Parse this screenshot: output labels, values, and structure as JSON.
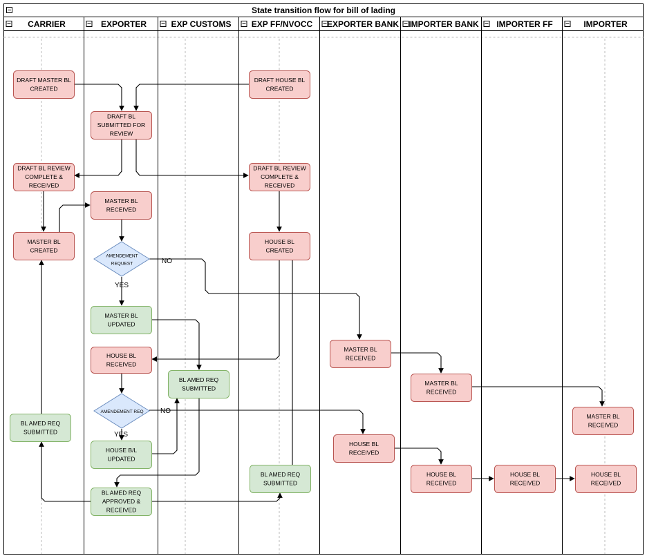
{
  "title": "State transition flow for bill of lading",
  "lanes": [
    "CARRIER",
    "EXPORTER",
    "EXP CUSTOMS",
    "EXP FF/NVOCC",
    "EXPORTER BANK",
    "IMPORTER BANK",
    "IMPORTER FF",
    "IMPORTER"
  ],
  "nodes": {
    "draft_master_bl": {
      "lines": [
        "DRAFT MASTER BL",
        "CREATED"
      ],
      "kind": "red"
    },
    "draft_house_bl": {
      "lines": [
        "DRAFT HOUSE BL",
        "CREATED"
      ],
      "kind": "red"
    },
    "draft_bl_submitted": {
      "lines": [
        "DRAFT BL",
        "SUBMITTED FOR",
        "REVIEW"
      ],
      "kind": "red"
    },
    "draft_review_carrier": {
      "lines": [
        "DRAFT BL REVIEW",
        "COMPLETE &",
        "RECEIVED"
      ],
      "kind": "red"
    },
    "draft_review_ff": {
      "lines": [
        "DRAFT BL REVIEW",
        "COMPLETE &",
        "RECEIVED"
      ],
      "kind": "red"
    },
    "master_bl_received_exp": {
      "lines": [
        "MASTER BL",
        "RECEIVED"
      ],
      "kind": "red"
    },
    "master_bl_created": {
      "lines": [
        "MASTER BL",
        "CREATED"
      ],
      "kind": "red"
    },
    "house_bl_created": {
      "lines": [
        "HOUSE BL",
        "CREATED"
      ],
      "kind": "red"
    },
    "amendment_request_1": {
      "lines": [
        "AMENDEMENT",
        "REQUEST"
      ],
      "kind": "diamond"
    },
    "master_bl_updated": {
      "lines": [
        "MASTER BL",
        "UPDATED"
      ],
      "kind": "green"
    },
    "house_bl_received_exp": {
      "lines": [
        "HOUSE BL",
        "RECEIVED"
      ],
      "kind": "red"
    },
    "bl_amed_req_customs": {
      "lines": [
        "BL AMED REQ",
        "SUBMITTED"
      ],
      "kind": "green"
    },
    "amendment_request_2": {
      "lines": [
        "AMENDEMENT REQ"
      ],
      "kind": "diamond"
    },
    "house_bl_updated": {
      "lines": [
        "HOUSE B/L",
        "UPDATED"
      ],
      "kind": "green"
    },
    "bl_amed_req_carrier": {
      "lines": [
        "BL AMED REQ",
        "SUBMITTED"
      ],
      "kind": "green"
    },
    "bl_amed_approved": {
      "lines": [
        "BL AMED REQ",
        "APPROVED &",
        "RECEIVED"
      ],
      "kind": "green"
    },
    "bl_amed_req_ff": {
      "lines": [
        "BL AMED REQ",
        "SUBMITTED"
      ],
      "kind": "green"
    },
    "master_bl_received_expbank": {
      "lines": [
        "MASTER BL",
        "RECEIVED"
      ],
      "kind": "red"
    },
    "house_bl_received_expbank": {
      "lines": [
        "HOUSE BL",
        "RECEIVED"
      ],
      "kind": "red"
    },
    "master_bl_received_impbank": {
      "lines": [
        "MASTER BL",
        "RECEIVED"
      ],
      "kind": "red"
    },
    "house_bl_received_impbank": {
      "lines": [
        "HOUSE BL",
        "RECEIVED"
      ],
      "kind": "red"
    },
    "house_bl_received_impff": {
      "lines": [
        "HOUSE BL",
        "RECEIVED"
      ],
      "kind": "red"
    },
    "master_bl_received_imp": {
      "lines": [
        "MASTER BL",
        "RECEIVED"
      ],
      "kind": "red"
    },
    "house_bl_received_imp": {
      "lines": [
        "HOUSE BL",
        "RECEIVED"
      ],
      "kind": "red"
    }
  },
  "edge_labels": {
    "no": "NO",
    "yes": "YES"
  },
  "colors": {
    "red_fill": "#f8cecc",
    "red_stroke": "#b85450",
    "green_fill": "#d5e8d4",
    "green_stroke": "#82b366",
    "diamond_fill": "#dae8fc",
    "diamond_stroke": "#6c8ebf",
    "lane_stroke": "#000000"
  },
  "icons": {
    "collapse": "minus-box-icon"
  }
}
